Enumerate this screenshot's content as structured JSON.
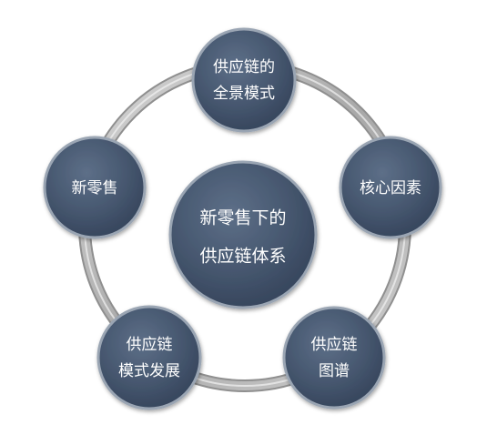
{
  "center": {
    "line1": "新零售下的",
    "line2": "供应链体系"
  },
  "nodes": [
    {
      "line1": "供应链的",
      "line2": "全景模式"
    },
    {
      "line1": "核心因素",
      "line2": ""
    },
    {
      "line1": "供应链",
      "line2": "图谱"
    },
    {
      "line1": "供应链",
      "line2": "模式发展"
    },
    {
      "line1": "新零售",
      "line2": ""
    }
  ],
  "colors": {
    "node_fill": "#475870",
    "node_border": "#9aa5b3",
    "ring": "#b7b7b7",
    "text": "#ffffff"
  }
}
